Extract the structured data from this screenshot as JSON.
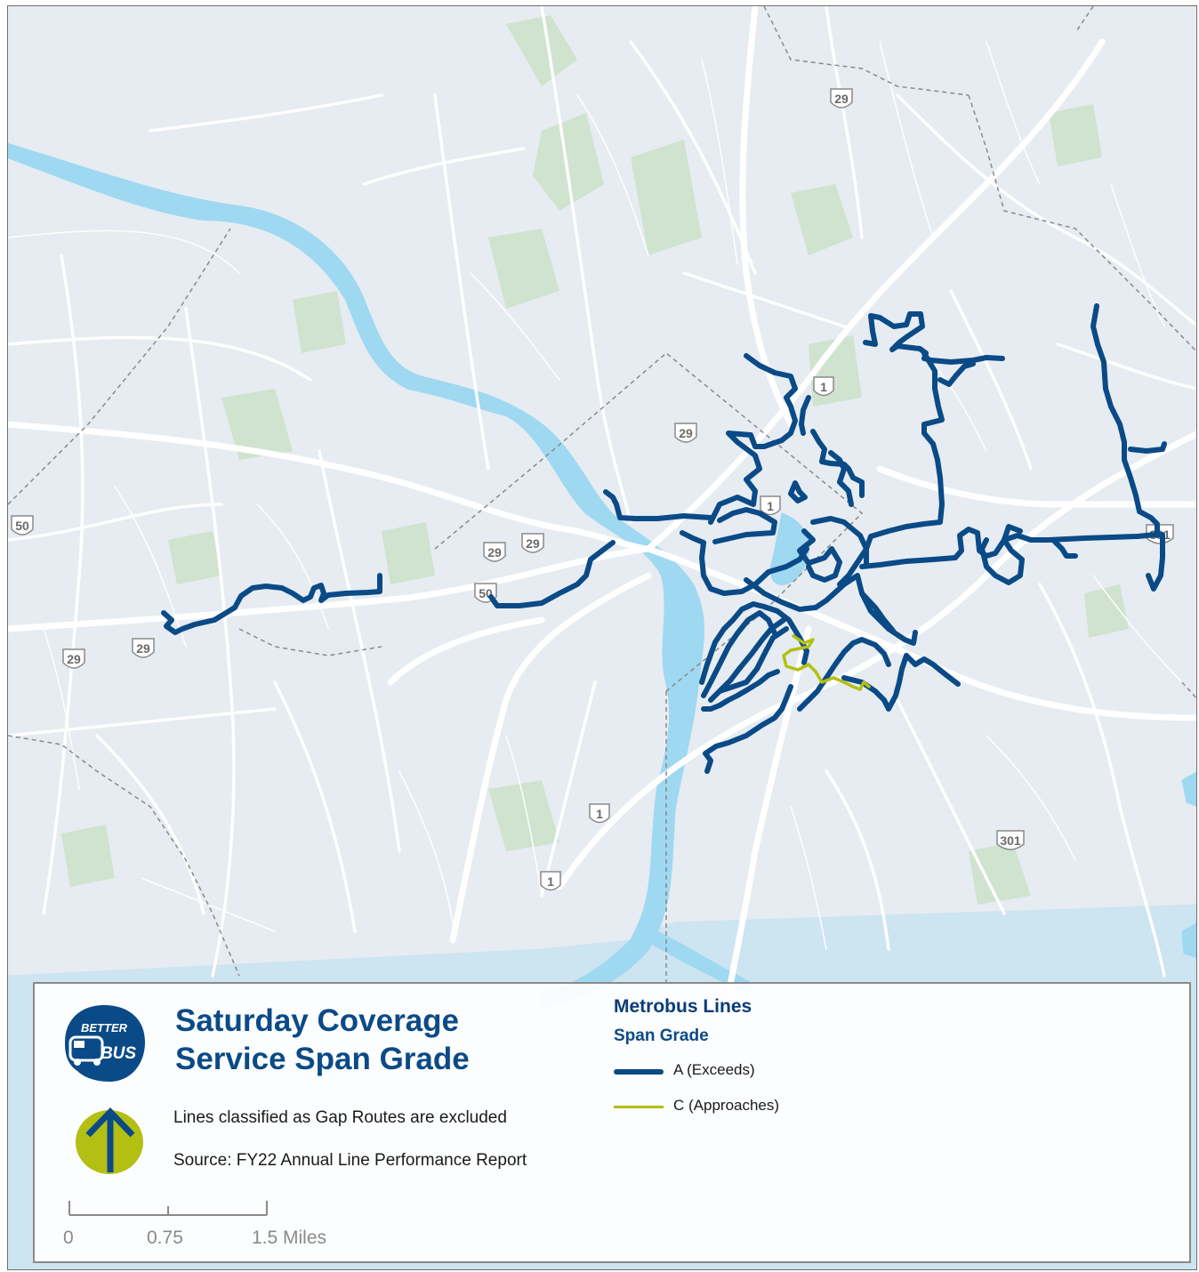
{
  "map": {
    "route_shields": [
      {
        "label": "29",
        "kind": "us"
      },
      {
        "label": "29",
        "kind": "us"
      },
      {
        "label": "29",
        "kind": "us"
      },
      {
        "label": "29",
        "kind": "us"
      },
      {
        "label": "29",
        "kind": "us"
      },
      {
        "label": "29",
        "kind": "us"
      },
      {
        "label": "50",
        "kind": "us"
      },
      {
        "label": "50",
        "kind": "us"
      },
      {
        "label": "1",
        "kind": "us"
      },
      {
        "label": "1",
        "kind": "us"
      },
      {
        "label": "1",
        "kind": "us"
      },
      {
        "label": "1",
        "kind": "us"
      },
      {
        "label": "301",
        "kind": "us"
      },
      {
        "label": "301",
        "kind": "us"
      }
    ],
    "colors": {
      "land": "#e6ecf1",
      "water": "#9fd8f1",
      "park": "#cfe3cf",
      "road": "#ffffff",
      "boundary": "#8a8a8a",
      "grade_a": "#0a4a87",
      "grade_c": "#b4bf14"
    }
  },
  "legend": {
    "logo_text_top": "BETTER",
    "logo_text_bottom": "BUS",
    "title_line1": "Saturday Coverage",
    "title_line2": "Service Span Grade",
    "note_gap": "Lines classified as Gap Routes are excluded",
    "note_source": "Source: FY22 Annual Line Performance Report",
    "scale": {
      "labels": [
        "0",
        "0.75",
        "1.5 Miles"
      ]
    },
    "metrobus_title": "Metrobus Lines",
    "span_grade_label": "Span Grade",
    "items": [
      {
        "label": "A (Exceeds)",
        "color": "#0a4a87"
      },
      {
        "label": "C (Approaches)",
        "color": "#b4bf14"
      }
    ]
  }
}
